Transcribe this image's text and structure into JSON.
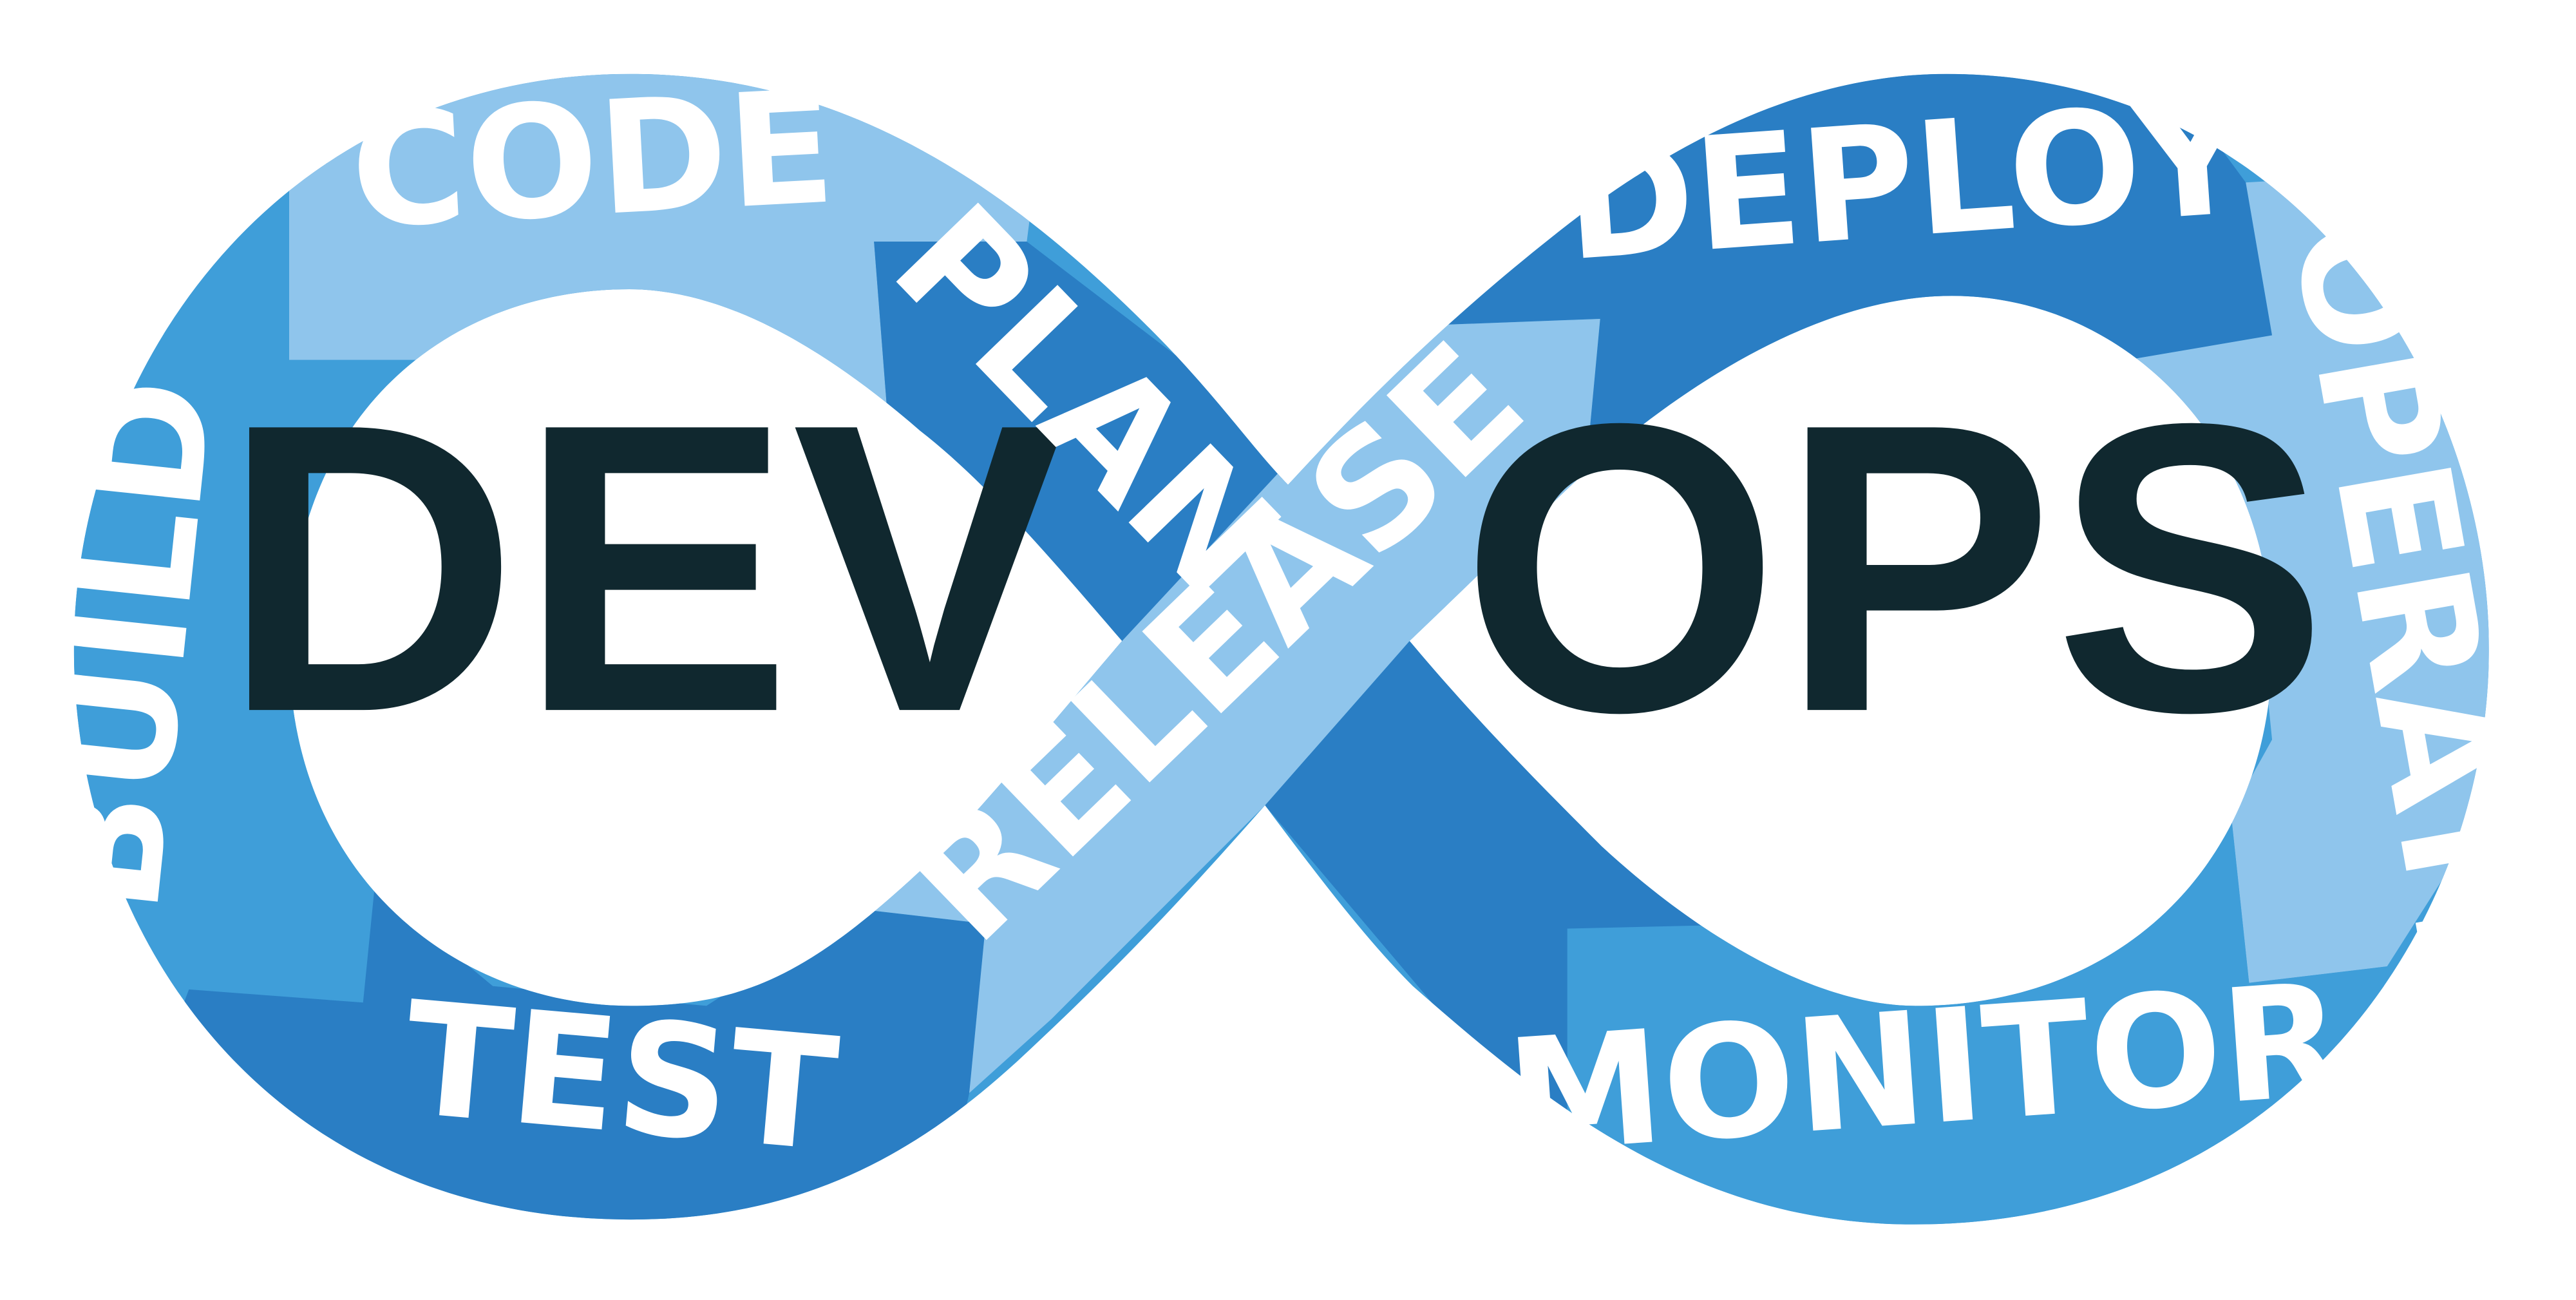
{
  "center_labels": {
    "dev": "DEV",
    "ops": "OPS"
  },
  "stages": {
    "plan": "PLAN",
    "code": "CODE",
    "build": "BUILD",
    "test": "TEST",
    "release": "RELEASE",
    "deploy": "DEPLOY",
    "operate": "OPERATE",
    "monitor": "MONITOR"
  },
  "colors": {
    "light_blue": "#8fc5ec",
    "medium_blue": "#3f9ed9",
    "dark_blue": "#2a7ec4",
    "label_dark": "#10282f",
    "stage_text": "#ffffff",
    "background": "#ffffff"
  }
}
